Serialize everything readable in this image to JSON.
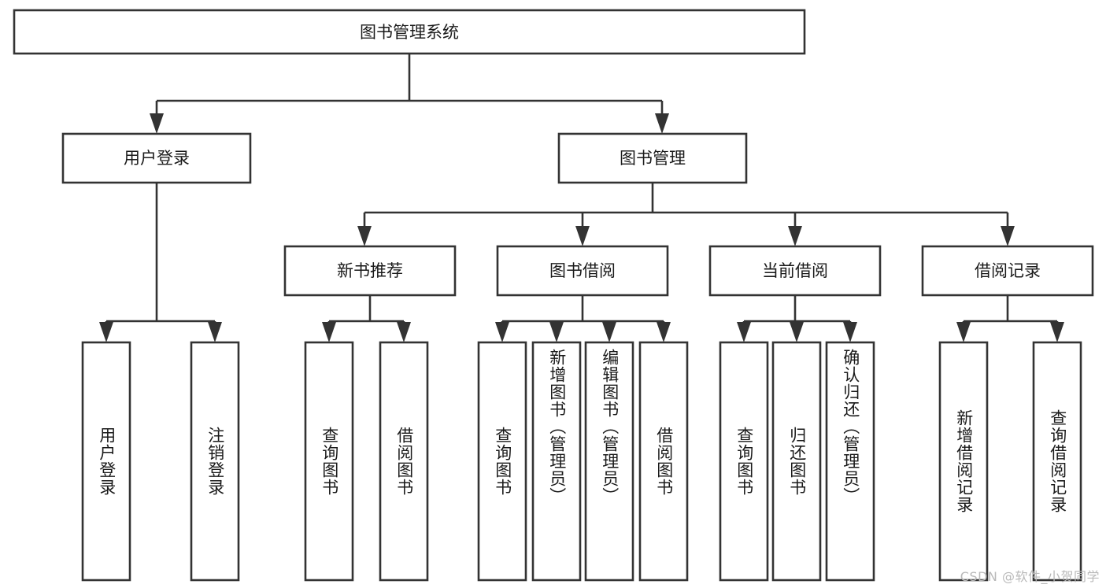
{
  "diagram": {
    "type": "tree",
    "title": "图书管理系统",
    "orientation": "top-down",
    "colors": {
      "box_stroke": "#333333",
      "box_fill": "#ffffff",
      "text": "#1a1a1a",
      "background": "#ffffff",
      "watermark": "#b9b9b9"
    },
    "root": {
      "label": "图书管理系统"
    },
    "level2": [
      {
        "id": "user-login",
        "label": "用户登录"
      },
      {
        "id": "book-management",
        "label": "图书管理"
      }
    ],
    "level3": [
      {
        "id": "new-book-recommend",
        "label": "新书推荐",
        "parent": "book-management"
      },
      {
        "id": "book-borrow",
        "label": "图书借阅",
        "parent": "book-management"
      },
      {
        "id": "current-borrow",
        "label": "当前借阅",
        "parent": "book-management"
      },
      {
        "id": "borrow-record",
        "label": "借阅记录",
        "parent": "book-management"
      }
    ],
    "leaves": [
      {
        "id": "leaf-user-login",
        "label": "用户登录",
        "parent": "user-login"
      },
      {
        "id": "leaf-user-logout",
        "label": "注销登录",
        "parent": "user-login"
      },
      {
        "id": "leaf-query-book-1",
        "label": "查询图书",
        "parent": "new-book-recommend"
      },
      {
        "id": "leaf-borrow-book-1",
        "label": "借阅图书",
        "parent": "new-book-recommend"
      },
      {
        "id": "leaf-query-book-2",
        "label": "查询图书",
        "parent": "book-borrow"
      },
      {
        "id": "leaf-add-book",
        "label": "新增图书（管理员）",
        "parent": "book-borrow"
      },
      {
        "id": "leaf-edit-book",
        "label": "编辑图书（管理员）",
        "parent": "book-borrow"
      },
      {
        "id": "leaf-borrow-book-2",
        "label": "借阅图书",
        "parent": "book-borrow"
      },
      {
        "id": "leaf-query-book-3",
        "label": "查询图书",
        "parent": "current-borrow"
      },
      {
        "id": "leaf-return-book",
        "label": "归还图书",
        "parent": "current-borrow"
      },
      {
        "id": "leaf-confirm-return",
        "label": "确认归还（管理员）",
        "parent": "current-borrow"
      },
      {
        "id": "leaf-add-record",
        "label": "新增借阅记录",
        "parent": "borrow-record"
      },
      {
        "id": "leaf-query-record",
        "label": "查询借阅记录",
        "parent": "borrow-record"
      }
    ]
  },
  "watermark": {
    "text": "CSDN @软件_小贺同学"
  }
}
